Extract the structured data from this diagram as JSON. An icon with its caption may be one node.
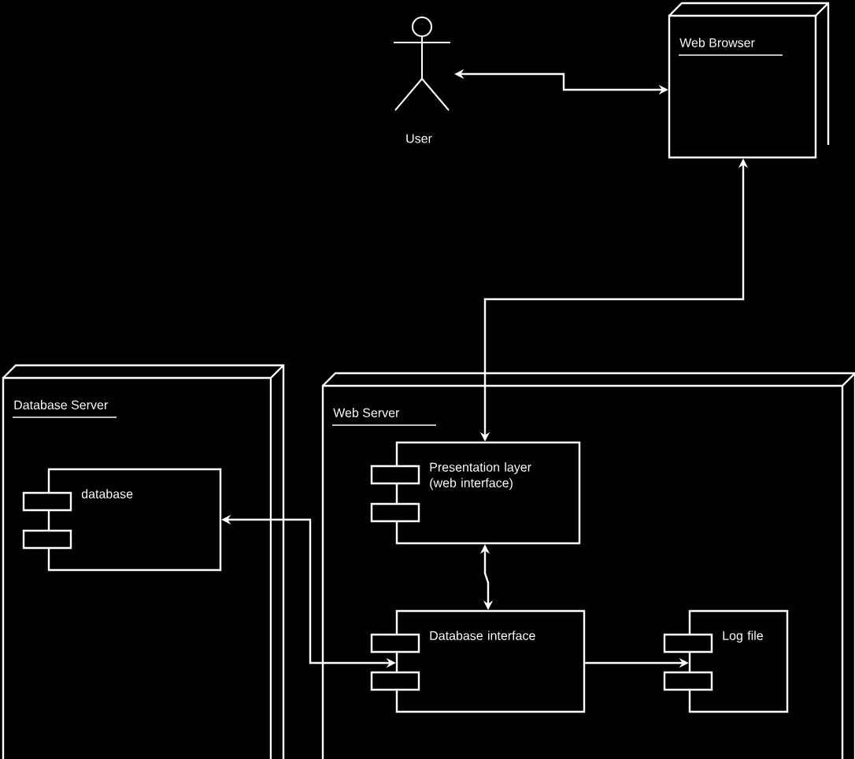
{
  "diagram": {
    "nodes": [
      {
        "text": [
          "User"
        ]
      },
      {
        "text": [
          "Web Browser"
        ]
      },
      {
        "text": [
          "Database Server"
        ]
      },
      {
        "text": [
          "Web Server"
        ]
      },
      {
        "text": [
          "database"
        ],
        "in": 2
      },
      {
        "text": [
          "Presentation layer (web interface)"
        ],
        "in": 3
      },
      {
        "text": [
          "Database interface"
        ],
        "in": 3
      },
      {
        "text": [
          "Log file"
        ],
        "in": 3
      }
    ],
    "edges": [
      {
        "from": 0,
        "to": 1,
        "arrow": "both"
      },
      {
        "from": 1,
        "to": 5,
        "arrow": "both"
      },
      {
        "from": 4,
        "to": 6,
        "arrow": "both"
      },
      {
        "from": 5,
        "to": 6,
        "arrow": "both"
      },
      {
        "from": 6,
        "to": 7,
        "arrow": "to"
      }
    ]
  }
}
